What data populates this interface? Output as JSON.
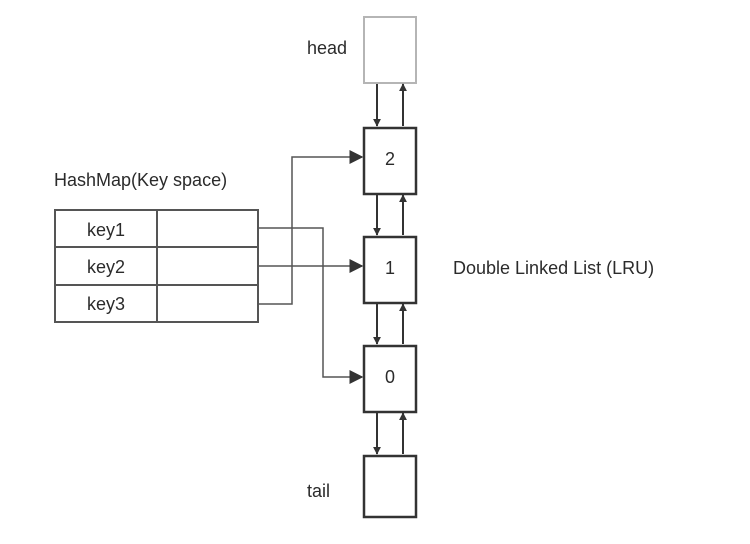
{
  "hashmap": {
    "title": "HashMap(Key space)",
    "keys": [
      "key1",
      "key2",
      "key3"
    ]
  },
  "list": {
    "title": "Double Linked List (LRU)",
    "head_label": "head",
    "tail_label": "tail",
    "nodes": [
      "2",
      "1",
      "0"
    ]
  },
  "colors": {
    "stroke": "#333333",
    "head_stroke": "#b5b5b5",
    "text": "#2b2b2b"
  }
}
